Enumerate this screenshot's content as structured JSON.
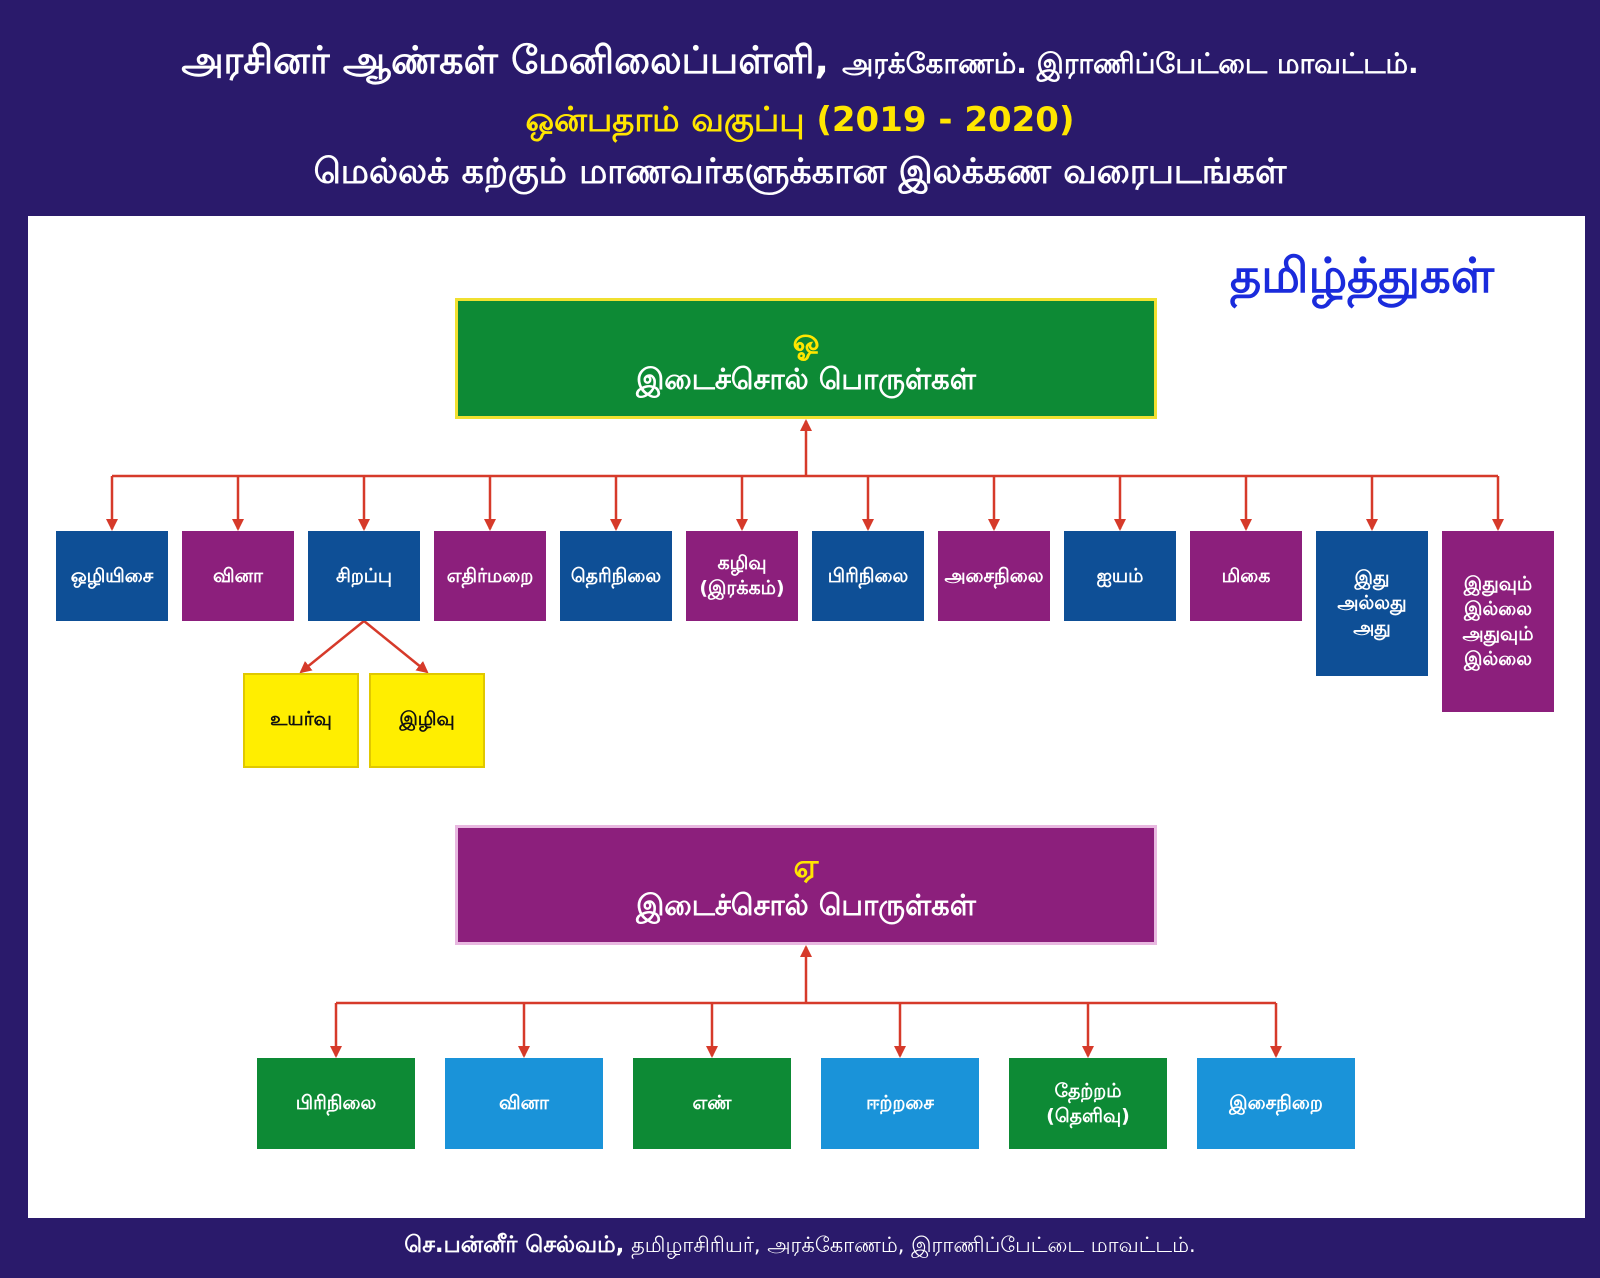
{
  "header": {
    "school_name": "அரசினர் ஆண்கள் மேனிலைப்பள்ளி,",
    "school_place": "அரக்கோணம். இராணிப்பேட்டை மாவட்டம்.",
    "class_year": "ஒன்பதாம் வகுப்பு (2019 - 2020)",
    "subtitle": "மெல்லக் கற்கும் மாணவர்களுக்கான இலக்கண வரைபடங்கள்"
  },
  "corner_label": "தமிழ்த்துகள்",
  "diagram1": {
    "letter": "ஓ",
    "title": "இடைச்சொல் பொருள்கள்",
    "items": [
      "ஒழியிசை",
      "வினா",
      "சிறப்பு",
      "எதிர்மறை",
      "தெரிநிலை",
      "கழிவு\n(இரக்கம்)",
      "பிரிநிலை",
      "அசைநிலை",
      "ஐயம்",
      "மிகை",
      "இது\nஅல்லது\nஅது",
      "இதுவும்\nஇல்லை\nஅதுவும்\nஇல்லை"
    ],
    "sub_items": [
      "உயர்வு",
      "இழிவு"
    ]
  },
  "diagram2": {
    "letter": "ஏ",
    "title": "இடைச்சொல் பொருள்கள்",
    "items": [
      "பிரிநிலை",
      "வினா",
      "எண்",
      "ஈற்றசை",
      "தேற்றம்\n(தெளிவு)",
      "இசைநிறை"
    ]
  },
  "footer": {
    "author": "செ.பன்னீர் செல்வம்,",
    "details": "தமிழாசிரியர், அரக்கோணம், இராணிப்பேட்டை மாவட்டம்."
  },
  "colors": {
    "background": "#2a1a6b",
    "blue": "#0e4f96",
    "purple": "#8c1f7c",
    "green": "#0d8a35",
    "sky": "#1a93d9",
    "yellow": "#ffee00",
    "arrow": "#d63a2a",
    "corner_text": "#1a2bdc"
  }
}
